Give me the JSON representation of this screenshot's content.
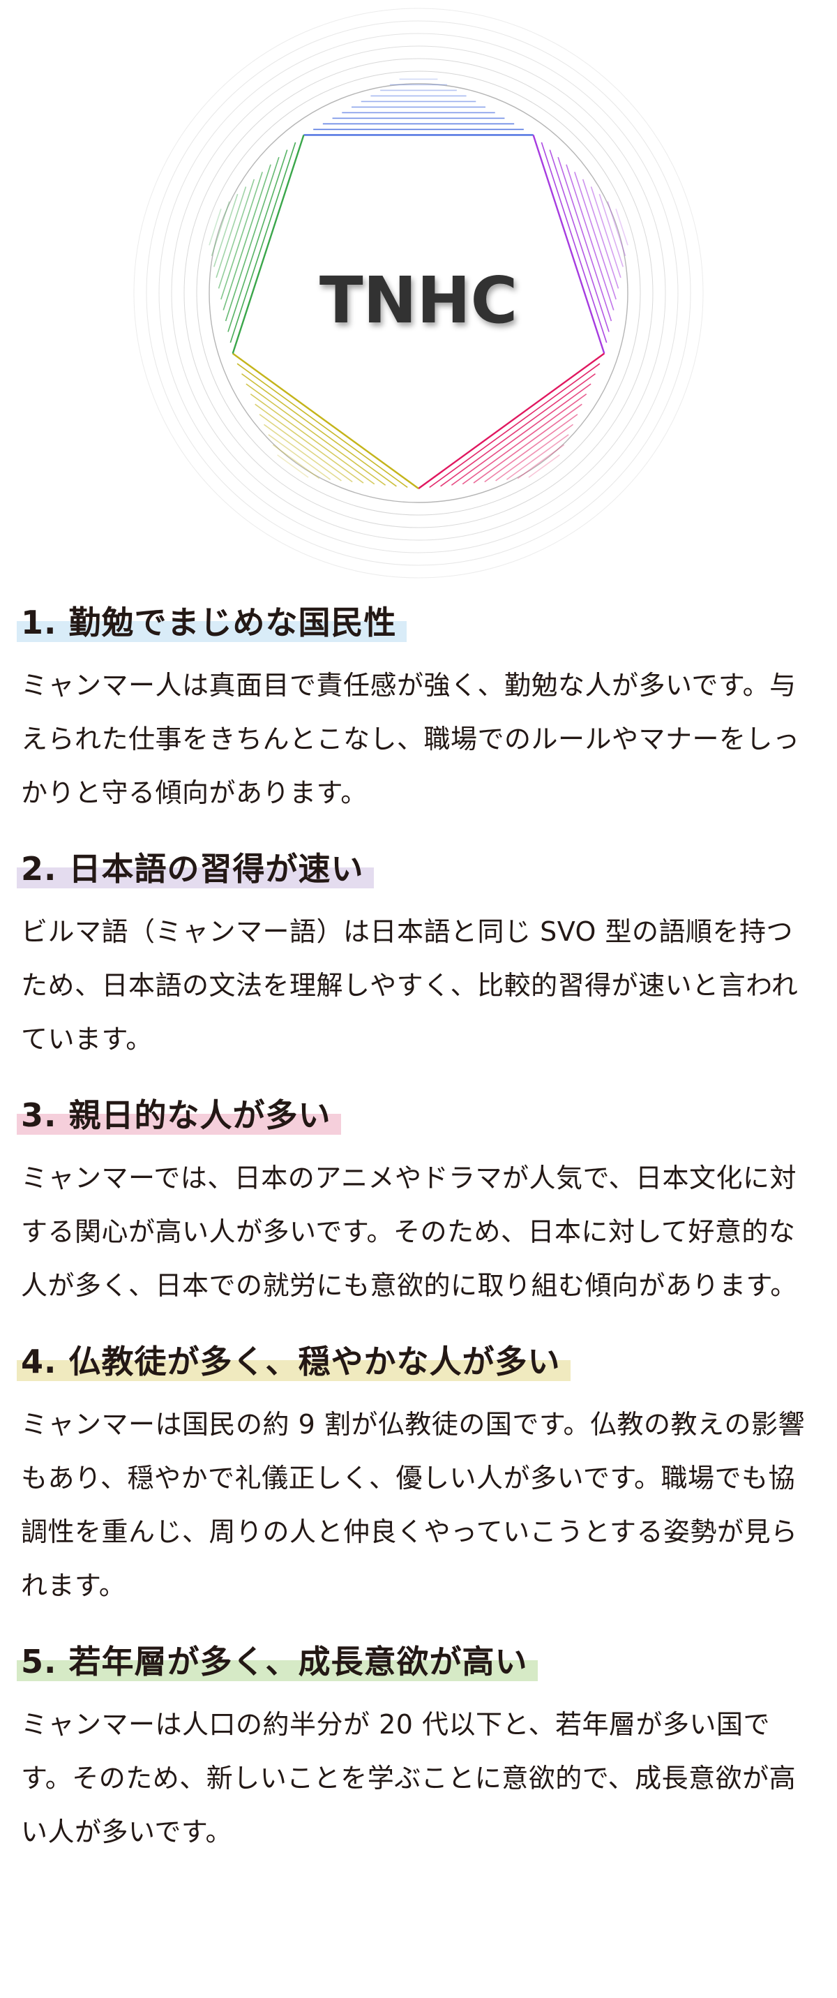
{
  "logo": {
    "text": "TNHC",
    "colors": {
      "blue": "#4a6fe0",
      "purple": "#a63be0",
      "pink": "#e0175f",
      "yellow": "#c4b41a",
      "green": "#3aa64a",
      "rings": "#d0d0d0"
    }
  },
  "sections": [
    {
      "title": "1. 勤勉でまじめな国民性",
      "highlight": "#d9ecf8",
      "body": "ミャンマー人は真面目で責任感が強く、勤勉な人が多いです。与えられた仕事をきちんとこなし、職場でのルールやマナーをしっかりと守る傾向があります。"
    },
    {
      "title": "2. 日本語の習得が速い",
      "highlight": "#e4dcef",
      "body": "ビルマ語（ミャンマー語）は日本語と同じ SVO 型の語順を持つため、日本語の文法を理解しやすく、比較的習得が速いと言われています。"
    },
    {
      "title": "3. 親日的な人が多い",
      "highlight": "#f5cfdb",
      "body": "ミャンマーでは、日本のアニメやドラマが人気で、日本文化に対する関心が高い人が多いです。そのため、日本に対して好意的な人が多く、日本での就労にも意欲的に取り組む傾向があります。"
    },
    {
      "title": "4. 仏教徒が多く、穏やかな人が多い",
      "highlight": "#f0eabf",
      "body": "ミャンマーは国民の約 9 割が仏教徒の国です。仏教の教えの影響もあり、穏やかで礼儀正しく、優しい人が多いです。職場でも協調性を重んじ、周りの人と仲良くやっていこうとする姿勢が見られます。"
    },
    {
      "title": "5. 若年層が多く、成長意欲が高い",
      "highlight": "#d6eac6",
      "body": "ミャンマーは人口の約半分が 20 代以下と、若年層が多い国です。そのため、新しいことを学ぶことに意欲的で、成長意欲が高い人が多いです。"
    }
  ]
}
